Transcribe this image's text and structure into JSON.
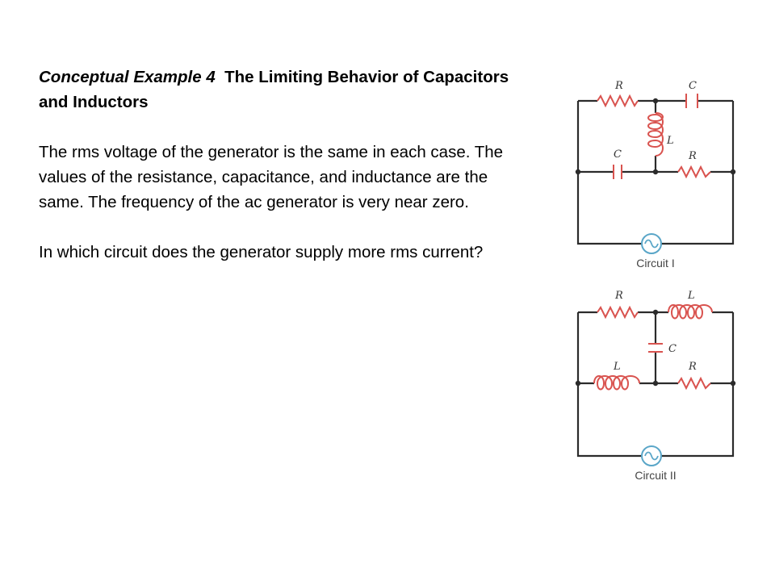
{
  "title": {
    "label": "Conceptual Example 4",
    "text": "The Limiting Behavior of Capacitors and Inductors"
  },
  "paragraphs": [
    "The rms voltage of the generator is the same in each case.  The values of the resistance, capacitance, and inductance are the same.  The frequency of the ac generator is very near zero.",
    "In which circuit does the generator supply more rms current?"
  ],
  "circuit_1": {
    "caption": "Circuit I",
    "labels": {
      "top_left": "R",
      "top_right": "C",
      "middle": "L",
      "bottom_left": "C",
      "bottom_right": "R"
    }
  },
  "circuit_2": {
    "caption": "Circuit II",
    "labels": {
      "top_left": "R",
      "top_right": "L",
      "middle": "C",
      "bottom_left": "L",
      "bottom_right": "R"
    }
  },
  "colors": {
    "component": "#d9534f",
    "wire": "#2b2b2b",
    "generator": "#5aa6c8"
  },
  "icons": {
    "generator": "ac-generator-icon",
    "resistor": "resistor-icon",
    "capacitor": "capacitor-icon",
    "inductor": "inductor-icon"
  }
}
